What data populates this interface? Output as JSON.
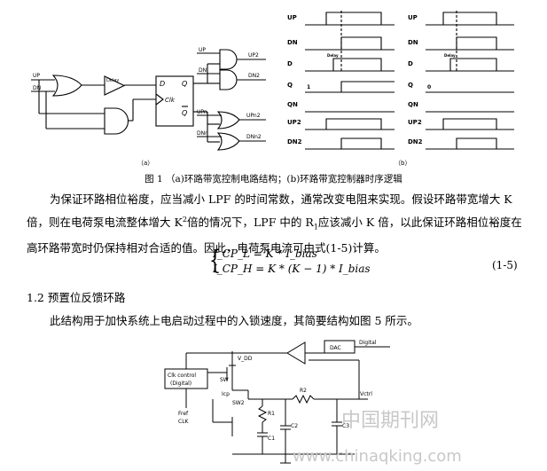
{
  "figure1": {
    "left_label": "（a）",
    "right_label": "（b）",
    "circuit_labels": {
      "up": "UP",
      "dn": "DN",
      "delay": "Delay",
      "d": "D",
      "q": "Q",
      "clk": "Clk",
      "qbar": "Q",
      "up_gate_in": "UP",
      "dn_gate_in": "DN",
      "up2": "UP2",
      "dn2": "DN2",
      "upn": "UPn",
      "dnn": "DNn",
      "upn2": "UPn2",
      "dnn2": "DNn2"
    },
    "timing_signals": [
      "UP",
      "DN",
      "D",
      "Q",
      "QN",
      "UP2",
      "DN2"
    ],
    "timing_delay_label": "Delay",
    "timing_one": "1",
    "timing_zero": "0"
  },
  "caption": "图 1 （a)环路带宽控制电路结构；(b)环路带宽控制器时序逻辑",
  "paragraph1_a": "为保证环路相位裕度，应当减小 LPF 的时间常数，通常改变电阻来实现。假设环路带宽增大 K 倍，则在电荷泵电流整体增大 K",
  "paragraph1_sup": "2",
  "paragraph1_b": "倍的情况下，LPF 中的 R",
  "paragraph1_sub": "1",
  "paragraph1_c": "应该减小 K 倍，以此保证环路相位裕度在高环路带宽时仍保持相对合适的值。因此，电荷泵电流可由式(1-5)计算。",
  "formula": {
    "line1": "I_CP_L = K * I_bias",
    "line2": "I_CP_H = K * (K − 1) * I_bias",
    "number": "(1-5)"
  },
  "section_heading": "1.2  预置位反馈环路",
  "paragraph2": "此结构用于加快系统上电启动过程中的入锁速度，其简要结构如图 5 所示。",
  "figure2": {
    "dac": "DAC",
    "digital": "Digital",
    "clk_control": "Clk control",
    "clk_control_sub": "(Digital)",
    "vdd": "V_DD",
    "sw": "SW",
    "sw2": "SW2",
    "icp": "Icp",
    "r1": "R1",
    "r2": "R2",
    "c1": "C1",
    "c2": "C2",
    "c3": "C3",
    "vctrl": "Vctrl",
    "fref": "Fref",
    "clk": "CLK"
  },
  "watermark": {
    "cn": "中国期刊网",
    "url": "www.chinaqking.com"
  }
}
